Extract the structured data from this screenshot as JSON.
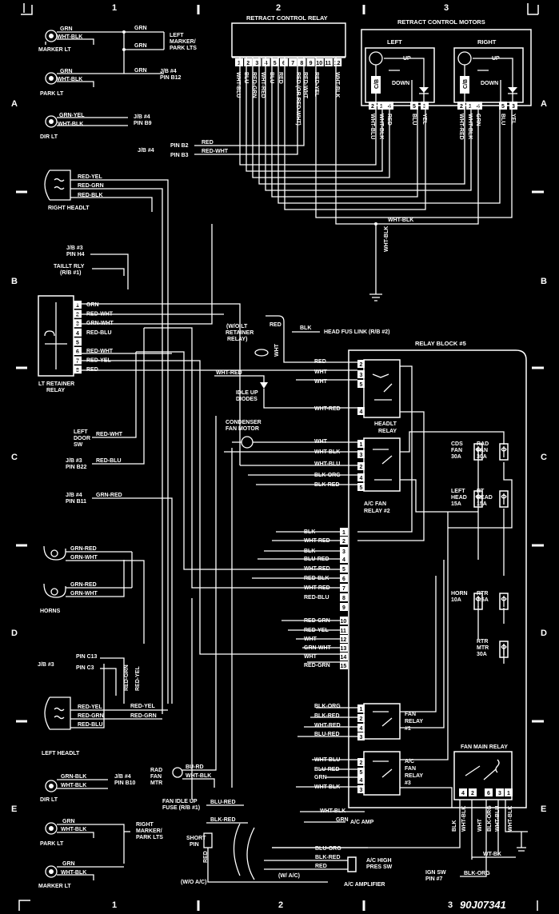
{
  "grid": {
    "columns": [
      "1",
      "2",
      "3"
    ],
    "rows": [
      "A",
      "B",
      "C",
      "D",
      "E"
    ]
  },
  "diagram_id": "90J07341",
  "components": {
    "retract_control_relay": {
      "title": "RETRACT CONTROL RELAY",
      "pins": [
        "1",
        "2",
        "3",
        "4",
        "5",
        "6",
        "7",
        "8",
        "9",
        "10",
        "11",
        "12"
      ],
      "wires": [
        "WHT-BLU",
        "BLU",
        "RED-GRN",
        "WHT-RED",
        "BLU",
        "RED",
        "RED (OR RED-WHT)",
        "RED-WHT",
        "RED-YEL",
        "WHT-BLK"
      ]
    },
    "retract_control_motors": {
      "title": "RETRACT CONTROL MOTORS",
      "left": "LEFT",
      "right": "RIGHT",
      "up": "UP",
      "down": "DOWN",
      "cb": "C/B",
      "pins": [
        "2",
        "1",
        "4",
        "5",
        "3"
      ],
      "left_wires": [
        "WHT-BLU",
        "WHT-BLK",
        "RED",
        "BLU",
        "YEL"
      ],
      "right_wires": [
        "WHT-RED",
        "WHT-BLK",
        "GRN",
        "BLU",
        "YEL"
      ],
      "ground": "WHT-BLK"
    },
    "marker_lt": "MARKER LT",
    "park_lt": "PARK LT",
    "dir_lt": "DIR LT",
    "left_marker_park": "LEFT MARKER/ PARK LTS",
    "left_marker_park_lines": [
      "LEFT",
      "MARKER/",
      "PARK LTS"
    ],
    "right_marker_park_lines": [
      "RIGHT",
      "MARKER/",
      "PARK LTS"
    ],
    "jb4_b12": [
      "J/B #4",
      "PIN B12"
    ],
    "jb4_b9": [
      "J/B #4",
      "PIN B9"
    ],
    "jb4_b2_b3": [
      "J/B #4",
      "PIN B2",
      "PIN B3"
    ],
    "right_headlt": "RIGHT HEADLT",
    "left_headlt": "LEFT HEADLT",
    "jb3_h4": [
      "J/B #3",
      "PIN H4"
    ],
    "taillt_rly": [
      "TAILLT RLY",
      "(R/B #1)"
    ],
    "lt_retainer_relay": [
      "LT RETAINER",
      "RELAY"
    ],
    "lt_retainer_wires": [
      "GRN",
      "RED-WHT",
      "GRN-WHT",
      "RED-BLU",
      "",
      "RED-WHT",
      "RED-YEL",
      "RED"
    ],
    "wo_lt_retainer": [
      "(W/O LT",
      "RETAINER",
      "RELAY)"
    ],
    "head_fus_link": "HEAD FUS LINK (R/B #2)",
    "idle_up_diodes": [
      "IDLE UP",
      "DIODES"
    ],
    "condenser_fan_motor": [
      "CONDENSER",
      "FAN MOTOR"
    ],
    "left_door_sw": [
      "LEFT",
      "DOOR",
      "SW"
    ],
    "jb3_b22": [
      "J/B #3",
      "PIN B22"
    ],
    "jb4_b11": [
      "J/B #4",
      "PIN B11"
    ],
    "horns": "HORNS",
    "jb3_c13_c3": [
      "J/B #3",
      "PIN C13",
      "PIN C3"
    ],
    "relay_block_5": "RELAY BLOCK #5",
    "headlt_relay": [
      "HEADLT",
      "RELAY"
    ],
    "ac_fan_relay_2": [
      "A/C FAN",
      "RELAY #2"
    ],
    "fan_relay_1": [
      "FAN",
      "RELAY",
      "#1"
    ],
    "ac_fan_relay_3": [
      "A/C",
      "FAN",
      "RELAY",
      "#3"
    ],
    "fan_main_relay": "FAN MAIN RELAY",
    "fuses": [
      {
        "name": [
          "CDS",
          "FAN",
          "30A"
        ]
      },
      {
        "name": [
          "RAD",
          "FAN",
          "30A"
        ]
      },
      {
        "name": [
          "LEFT",
          "HEAD",
          "15A"
        ]
      },
      {
        "name": [
          "RT",
          "HEAD",
          "15A"
        ]
      },
      {
        "name": [
          "HORN",
          "10A"
        ]
      },
      {
        "name": [
          "RTR",
          "7.5A"
        ]
      },
      {
        "name": [
          "RTR",
          "MTR",
          "30A"
        ]
      }
    ],
    "relay_block_pins": [
      {
        "pin": "1",
        "wire": "BLK"
      },
      {
        "pin": "2",
        "wire": "WHT-RED"
      },
      {
        "pin": "3",
        "wire": "BLK"
      },
      {
        "pin": "4",
        "wire": "BLU-RED"
      },
      {
        "pin": "5",
        "wire": "WHT-RED"
      },
      {
        "pin": "6",
        "wire": "RED-BLK"
      },
      {
        "pin": "7",
        "wire": "WHT-RED"
      },
      {
        "pin": "8",
        "wire": "RED-BLU"
      },
      {
        "pin": "9",
        "wire": ""
      },
      {
        "pin": "10",
        "wire": "RED-GRN"
      },
      {
        "pin": "11",
        "wire": "RED-YEL"
      },
      {
        "pin": "12",
        "wire": "WHT"
      },
      {
        "pin": "13",
        "wire": "GRN-WHT"
      },
      {
        "pin": "14",
        "wire": "WHT"
      },
      {
        "pin": "15",
        "wire": "RED-GRN"
      }
    ],
    "headlt_relay_wires": [
      "RED",
      "WHT",
      "WHT",
      "WHT-RED"
    ],
    "ac_fan2_wires": [
      "WHT",
      "WHT-BLK",
      "WHT-BLU",
      "BLK-ORG",
      "BLK-RED"
    ],
    "fan1_wires": [
      "BLK-ORG",
      "BLK-RED",
      "WHT-RED",
      "BLU-RED"
    ],
    "ac_fan3_wires": [
      "WHT-BLU",
      "BLU-RED",
      "GRN",
      "WHT-BLK"
    ],
    "fan_main_pins": [
      "4",
      "2",
      "6",
      "3",
      "1"
    ],
    "fan_main_wires": [
      "BLK",
      "WHT-BLK",
      "WHT",
      "BLK-ORG",
      "WHT-BLU",
      "WHT-BLK"
    ],
    "rad_fan_mtr": [
      "RAD",
      "FAN",
      "MTR"
    ],
    "rad_fan_wires": [
      "BU-RD",
      "WHT-BLK"
    ],
    "jb4_b10": [
      "J/B #4",
      "PIN B10"
    ],
    "fan_idle_up_fuse": [
      "FAN IDLE UP",
      "FUSE (R/B #1)"
    ],
    "short_pin": [
      "SHORT",
      "PIN"
    ],
    "wo_ac": "(W/O A/C)",
    "w_ac": "(W/ A/C)",
    "ac_amp": "A/C AMP",
    "ac_high_pres_sw": [
      "A/C HIGH",
      "PRES SW"
    ],
    "ac_amplifier": "A/C AMPLIFIER",
    "ign_sw": [
      "IGN SW",
      "PIN #7"
    ],
    "misc_wires": {
      "grn": "GRN",
      "wht_blk": "WHT-BLK",
      "grn_yel": "GRN-YEL",
      "red": "RED",
      "red_wht": "RED-WHT",
      "red_yel": "RED-YEL",
      "red_grn": "RED-GRN",
      "red_blk": "RED-BLK",
      "red_blu": "RED-BLU",
      "grn_red": "GRN-RED",
      "grn_wht": "GRN-WHT",
      "blk": "BLK",
      "wht": "WHT",
      "wht_red": "WHT-RED",
      "grn_blk": "GRN-BLK",
      "blu_red": "BLU-RED",
      "blk_red": "BLK-RED",
      "blu_org": "BLU-ORG",
      "blk_org": "BLK-ORG",
      "wt_bk": "WT-BK",
      "wht_blu": "WHT-BLU"
    }
  }
}
